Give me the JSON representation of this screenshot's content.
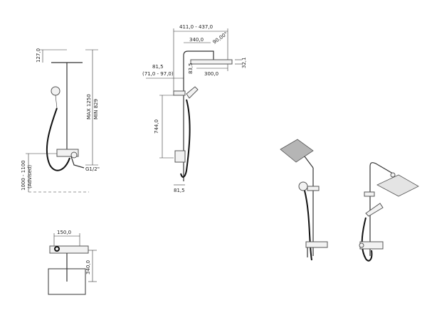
{
  "dimensions": {
    "front": {
      "head_height": "127,0",
      "max_height": "MAX 1250",
      "min_height": "MIN 829",
      "mount_range": "1000 - 1100",
      "mount_note": "(Advised)",
      "thread": "G1/2\""
    },
    "side": {
      "reach_range": "411,0 - 437,0",
      "arm_length": "340,0",
      "angle": "90,00°",
      "arm_drop": "83,5",
      "head_thickness": "32,1",
      "head_width": "300,0",
      "offset": "81,5",
      "offset_range": "(71,0 - 97,0)",
      "rail_length": "744,0",
      "wall_offset": "81,5"
    },
    "top": {
      "width": "150,0",
      "depth": "340,0"
    }
  },
  "colors": {
    "line": "#333333",
    "hose": "#111111",
    "chrome": "#d9d9d9"
  }
}
